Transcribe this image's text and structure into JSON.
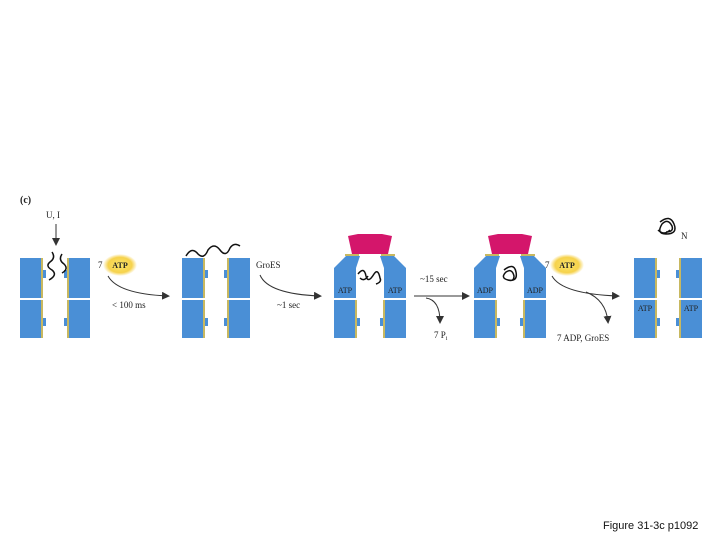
{
  "panel_label": "(c)",
  "inputs": {
    "unfolded": "U, I"
  },
  "steps": {
    "s1": {
      "count": "7",
      "badge": "ATP",
      "time": "< 100 ms"
    },
    "s2": {
      "reagent": "GroES",
      "time": "~1 sec"
    },
    "s3": {
      "time": "~15 sec",
      "product": "7 P",
      "product_sub": "i"
    },
    "s4": {
      "count": "7",
      "badge": "ATP",
      "product": "7 ADP, GroES"
    }
  },
  "complexes": {
    "c3": {
      "left": "ATP",
      "right": "ATP"
    },
    "c4": {
      "left": "ADP",
      "right": "ADP"
    },
    "c5": {
      "left": "ATP",
      "right": "ATP"
    }
  },
  "native_label": "N",
  "caption": "Figure 31-3c p1092",
  "colors": {
    "chaperonin": "#4a8fd6",
    "groes": "#d4166b",
    "atp_badge": "#f6d24c",
    "nucleotide_text": "#f3df6a",
    "band": "#c8b860"
  }
}
